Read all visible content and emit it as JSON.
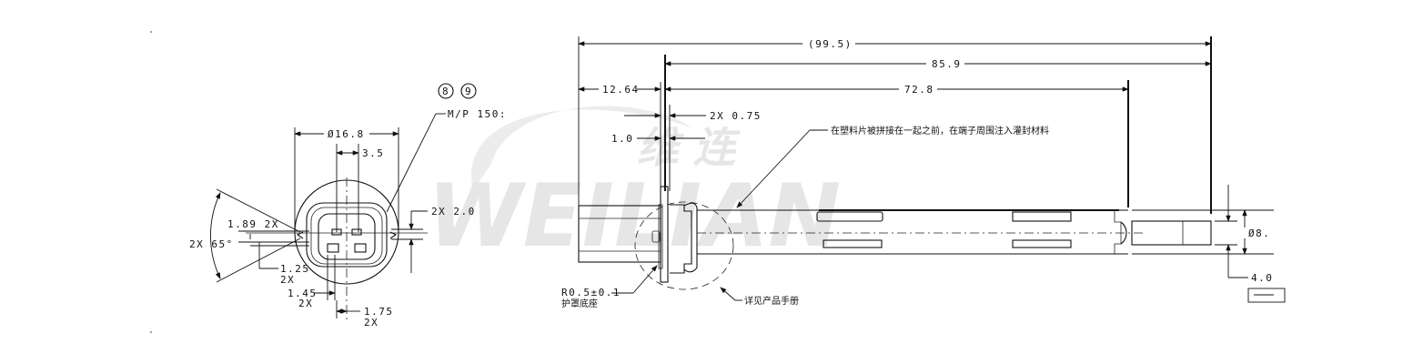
{
  "drawing": {
    "watermark": {
      "brand": "WEILIAN",
      "chinese": "维 连",
      "color": "#e6e6e6"
    },
    "front_view": {
      "balloons": [
        "8",
        "9"
      ],
      "callout": "M/P 150:",
      "dims": {
        "diameter": "Ø16.8",
        "pin_spacing": "3.5",
        "angle": "2X 65°",
        "d189": "1.89 2X",
        "d125": "1.25",
        "d125_qty": "2X",
        "d145": "1.45",
        "d145_qty": "2X",
        "d175": "1.75",
        "d175_qty": "2X",
        "d20": "2X 2.0"
      }
    },
    "side_view": {
      "dims": {
        "overall": "(99.5)",
        "d859": "85.9",
        "d728": "72.8",
        "d1264": "12.64",
        "d075": "2X 0.75",
        "d10": "1.0",
        "dia8": "Ø8.",
        "d40": "4.0"
      },
      "notes": {
        "potting": "在塑料片被拼接在一起之前，在端子周围注入灌封材料",
        "radius": "R0.5±0.1",
        "radius_label": "护罩底座",
        "see_manual": "详见产品手册"
      }
    }
  }
}
